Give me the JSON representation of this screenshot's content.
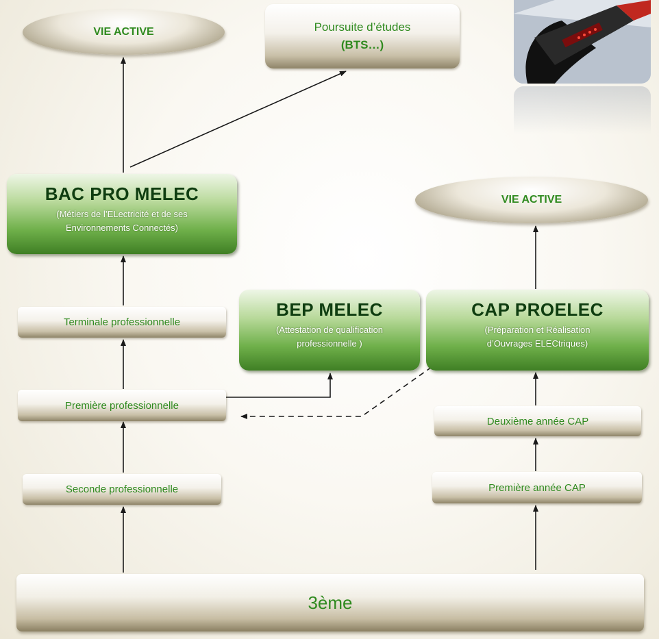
{
  "nodes": {
    "vie_active_left": "VIE ACTIVE",
    "poursuite_line1": "Poursuite d’études",
    "poursuite_line2": "(BTS…)",
    "bac_pro_title": "BAC PRO MELEC",
    "bac_pro_sub1": "(Métiers de l’ELectricité et de ses",
    "bac_pro_sub2": "Environnements Connectés)",
    "vie_active_right": "VIE ACTIVE",
    "terminale": "Terminale professionnelle",
    "bep_title": "BEP MELEC",
    "bep_sub1": "(Attestation de qualification",
    "bep_sub2": "professionnelle )",
    "cap_title": "CAP PROELEC",
    "cap_sub1": "(Préparation et Réalisation",
    "cap_sub2": "d’Ouvrages ELECtriques)",
    "premiere_pro": "Première professionnelle",
    "deuxieme_cap": "Deuxième année CAP",
    "seconde_pro": "Seconde professionnelle",
    "premiere_cap": "Première année CAP",
    "troisieme": "3ème"
  },
  "colors": {
    "label_green": "#2f8a1f",
    "title_dark_green": "#0f3d10",
    "arrow": "#1a1a1a"
  },
  "icons": {
    "photo": "electrician-tester-photo"
  }
}
